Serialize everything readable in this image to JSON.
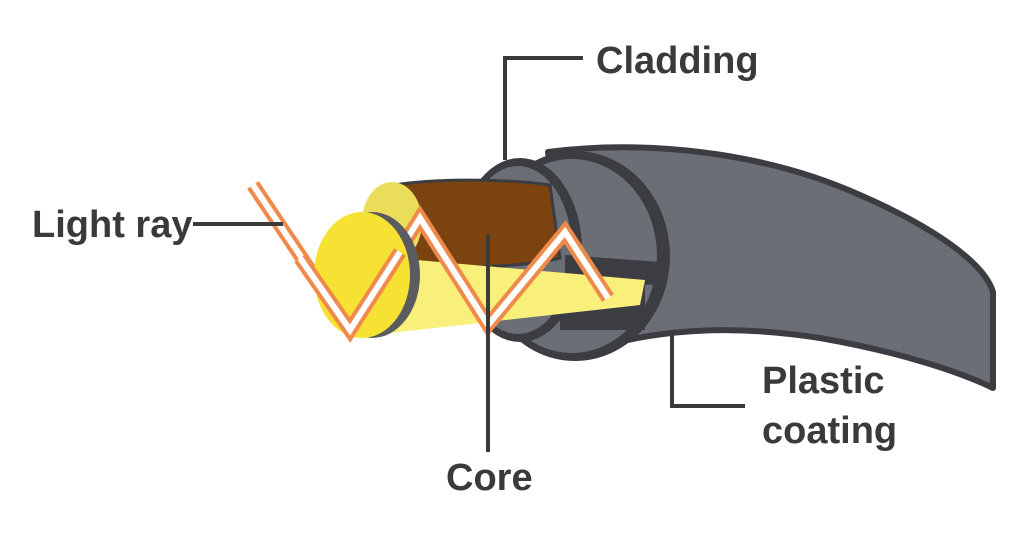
{
  "diagram": {
    "labels": {
      "cladding": "Cladding",
      "light_ray": "Light ray",
      "core": "Core",
      "plastic_coating_line1": "Plastic",
      "plastic_coating_line2": "coating"
    },
    "colors": {
      "background": "#ffffff",
      "core_yellow": "#f7e234",
      "core_light": "#f8f07a",
      "cladding_brown": "#7a4310",
      "coating_gray": "#6b6e74",
      "outline_dark": "#3b3d42",
      "ray_orange": "#f08a4b",
      "ray_white": "#ffffff",
      "leader_line": "#3a3a3c",
      "label_text": "#3a3a3c"
    }
  }
}
